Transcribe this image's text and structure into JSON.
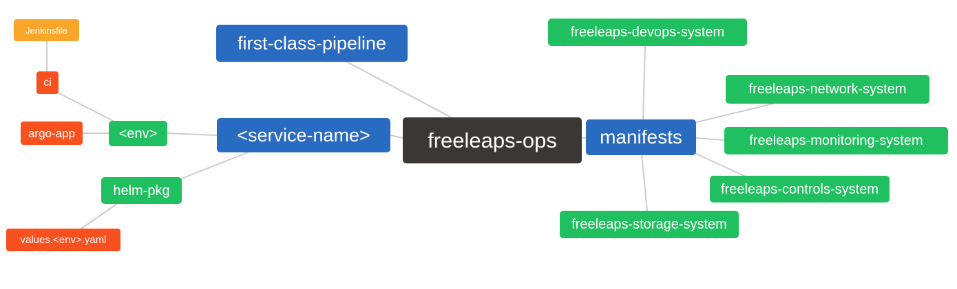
{
  "diagram": {
    "type": "mindmap",
    "root_label": "freeleaps-ops"
  },
  "colors": {
    "blue": "#2a6bc2",
    "green": "#20bf5f",
    "orange": "#f7a629",
    "red": "#f8501f",
    "dark": "#3b3734",
    "edge": "#cccccc",
    "text": "#ffffff"
  },
  "nodes": {
    "jenkinsfile": {
      "label": "Jenkinsfile",
      "color": "#f7a629"
    },
    "ci": {
      "label": "ci",
      "color": "#f8501f"
    },
    "argo_app": {
      "label": "argo-app",
      "color": "#f8501f"
    },
    "env": {
      "label": "<env>",
      "color": "#20bf5f"
    },
    "helm_pkg": {
      "label": "helm-pkg",
      "color": "#20bf5f"
    },
    "values_env_yaml": {
      "label": "values.<env>.yaml",
      "color": "#f8501f"
    },
    "first_class_pipeline": {
      "label": "first-class-pipeline",
      "color": "#2a6bc2"
    },
    "service_name": {
      "label": "<service-name>",
      "color": "#2a6bc2"
    },
    "freeleaps_ops": {
      "label": "freeleaps-ops",
      "color": "#3b3734"
    },
    "manifests": {
      "label": "manifests",
      "color": "#2a6bc2"
    },
    "devops_system": {
      "label": "freeleaps-devops-system",
      "color": "#20bf5f"
    },
    "network_system": {
      "label": "freeleaps-network-system",
      "color": "#20bf5f"
    },
    "monitoring_system": {
      "label": "freeleaps-monitoring-system",
      "color": "#20bf5f"
    },
    "controls_system": {
      "label": "freeleaps-controls-system",
      "color": "#20bf5f"
    },
    "storage_system": {
      "label": "freeleaps-storage-system",
      "color": "#20bf5f"
    }
  }
}
